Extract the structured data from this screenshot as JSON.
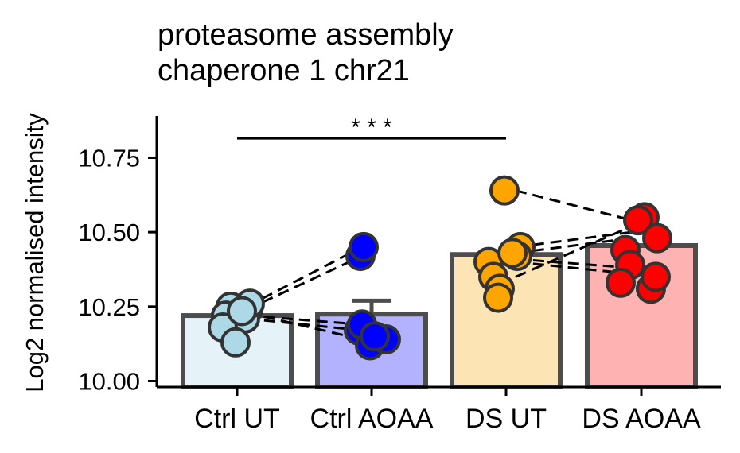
{
  "chart_data": {
    "type": "bar",
    "title_lines": [
      "proteasome assembly",
      "chaperone 1 chr21"
    ],
    "xlabel": "",
    "ylabel": "Log2 normalised intensity",
    "ylim": [
      9.98,
      10.89
    ],
    "yticks": [
      10.0,
      10.25,
      10.5,
      10.75
    ],
    "ytick_labels": [
      "10.00",
      "10.25",
      "10.50",
      "10.75"
    ],
    "categories": [
      "Ctrl UT",
      "Ctrl AOAA",
      "DS UT",
      "DS AOAA"
    ],
    "bar_values": [
      10.22,
      10.225,
      10.425,
      10.455
    ],
    "error_upper": [
      10.22,
      10.27,
      10.425,
      10.455
    ],
    "bar_fill_colors": [
      "#e5f2f8",
      "#b2b2ff",
      "#fde4b4",
      "#ffb2b2"
    ],
    "point_colors": [
      "#add8e6",
      "#0000ff",
      "#ffa500",
      "#ff0000"
    ],
    "points": [
      [
        10.25,
        10.24,
        10.22,
        10.21,
        10.18,
        10.13,
        10.26,
        10.235
      ],
      [
        10.42,
        10.45,
        10.17,
        10.14,
        10.12,
        10.19,
        10.14,
        10.15
      ],
      [
        10.64,
        10.45,
        10.4,
        10.35,
        10.31,
        10.28,
        10.42,
        10.43
      ],
      [
        10.55,
        10.54,
        10.48,
        10.44,
        10.39,
        10.33,
        10.31,
        10.35
      ]
    ],
    "pairs": [
      [
        [
          0,
          0.25,
          1,
          0.45
        ],
        [
          0,
          0.24,
          1,
          0.42
        ],
        [
          0,
          0.22,
          1,
          0.19
        ],
        [
          0,
          0.21,
          1,
          0.17
        ],
        [
          0,
          0.23,
          1,
          0.14
        ]
      ],
      [
        [
          2,
          0.64,
          3,
          0.54
        ],
        [
          2,
          0.45,
          3,
          0.5
        ],
        [
          2,
          0.43,
          3,
          0.48
        ],
        [
          2,
          0.41,
          3,
          0.38
        ],
        [
          2,
          0.4,
          3,
          0.36
        ],
        [
          2,
          0.35,
          3,
          0.52
        ]
      ]
    ],
    "significance": {
      "from": "Ctrl UT",
      "to": "DS UT",
      "label": "* * *",
      "y": 10.815
    }
  }
}
